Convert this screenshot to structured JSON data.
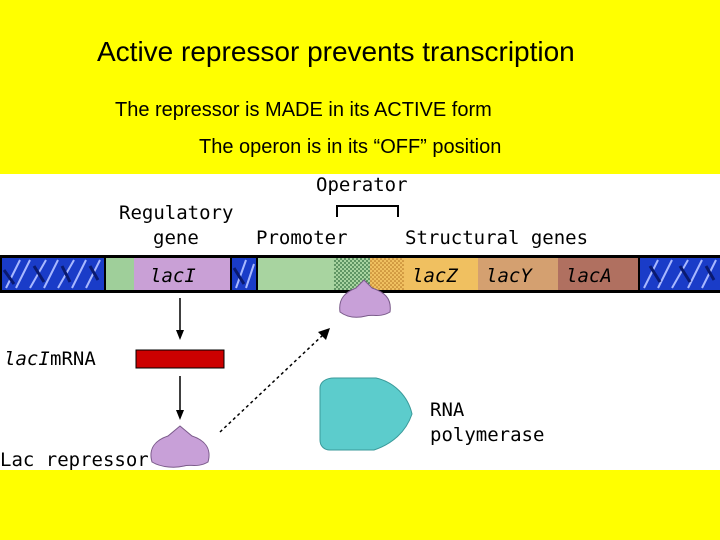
{
  "slide": {
    "title": "Active repressor prevents transcription",
    "subtitle_1": "The repressor is MADE in its ACTIVE form",
    "subtitle_2": "The operon is in its “OFF” position"
  },
  "diagram": {
    "labels": {
      "operator": "Operator",
      "regulatory_gene_line1": "Regulatory",
      "regulatory_gene_line2": "gene",
      "promoter": "Promoter",
      "structural_genes": "Structural genes",
      "mrna_prefix": "lacI",
      "mrna_suffix": " mRNA",
      "lac_repressor": "Lac repressor",
      "rna_polymerase_line1": "RNA",
      "rna_polymerase_line2": "polymerase"
    },
    "genes": {
      "laci": "lacI",
      "lacz": "lacZ",
      "lacy": "lacY",
      "laca": "lacA"
    },
    "colors": {
      "background": "#ffff00",
      "dna_end": "#1a3cc8",
      "regulatory_flank": "#9fcf9a",
      "laci": "#c9a0d6",
      "promoter": "#a8d4a0",
      "operator_dots": "#5a9a60",
      "lacz": "#f0c060",
      "lacy": "#d4a070",
      "laca": "#b07060",
      "repressor": "#c8a0d8",
      "mrna_bar": "#cc0000",
      "rna_polymerase": "#5ccccc"
    }
  }
}
